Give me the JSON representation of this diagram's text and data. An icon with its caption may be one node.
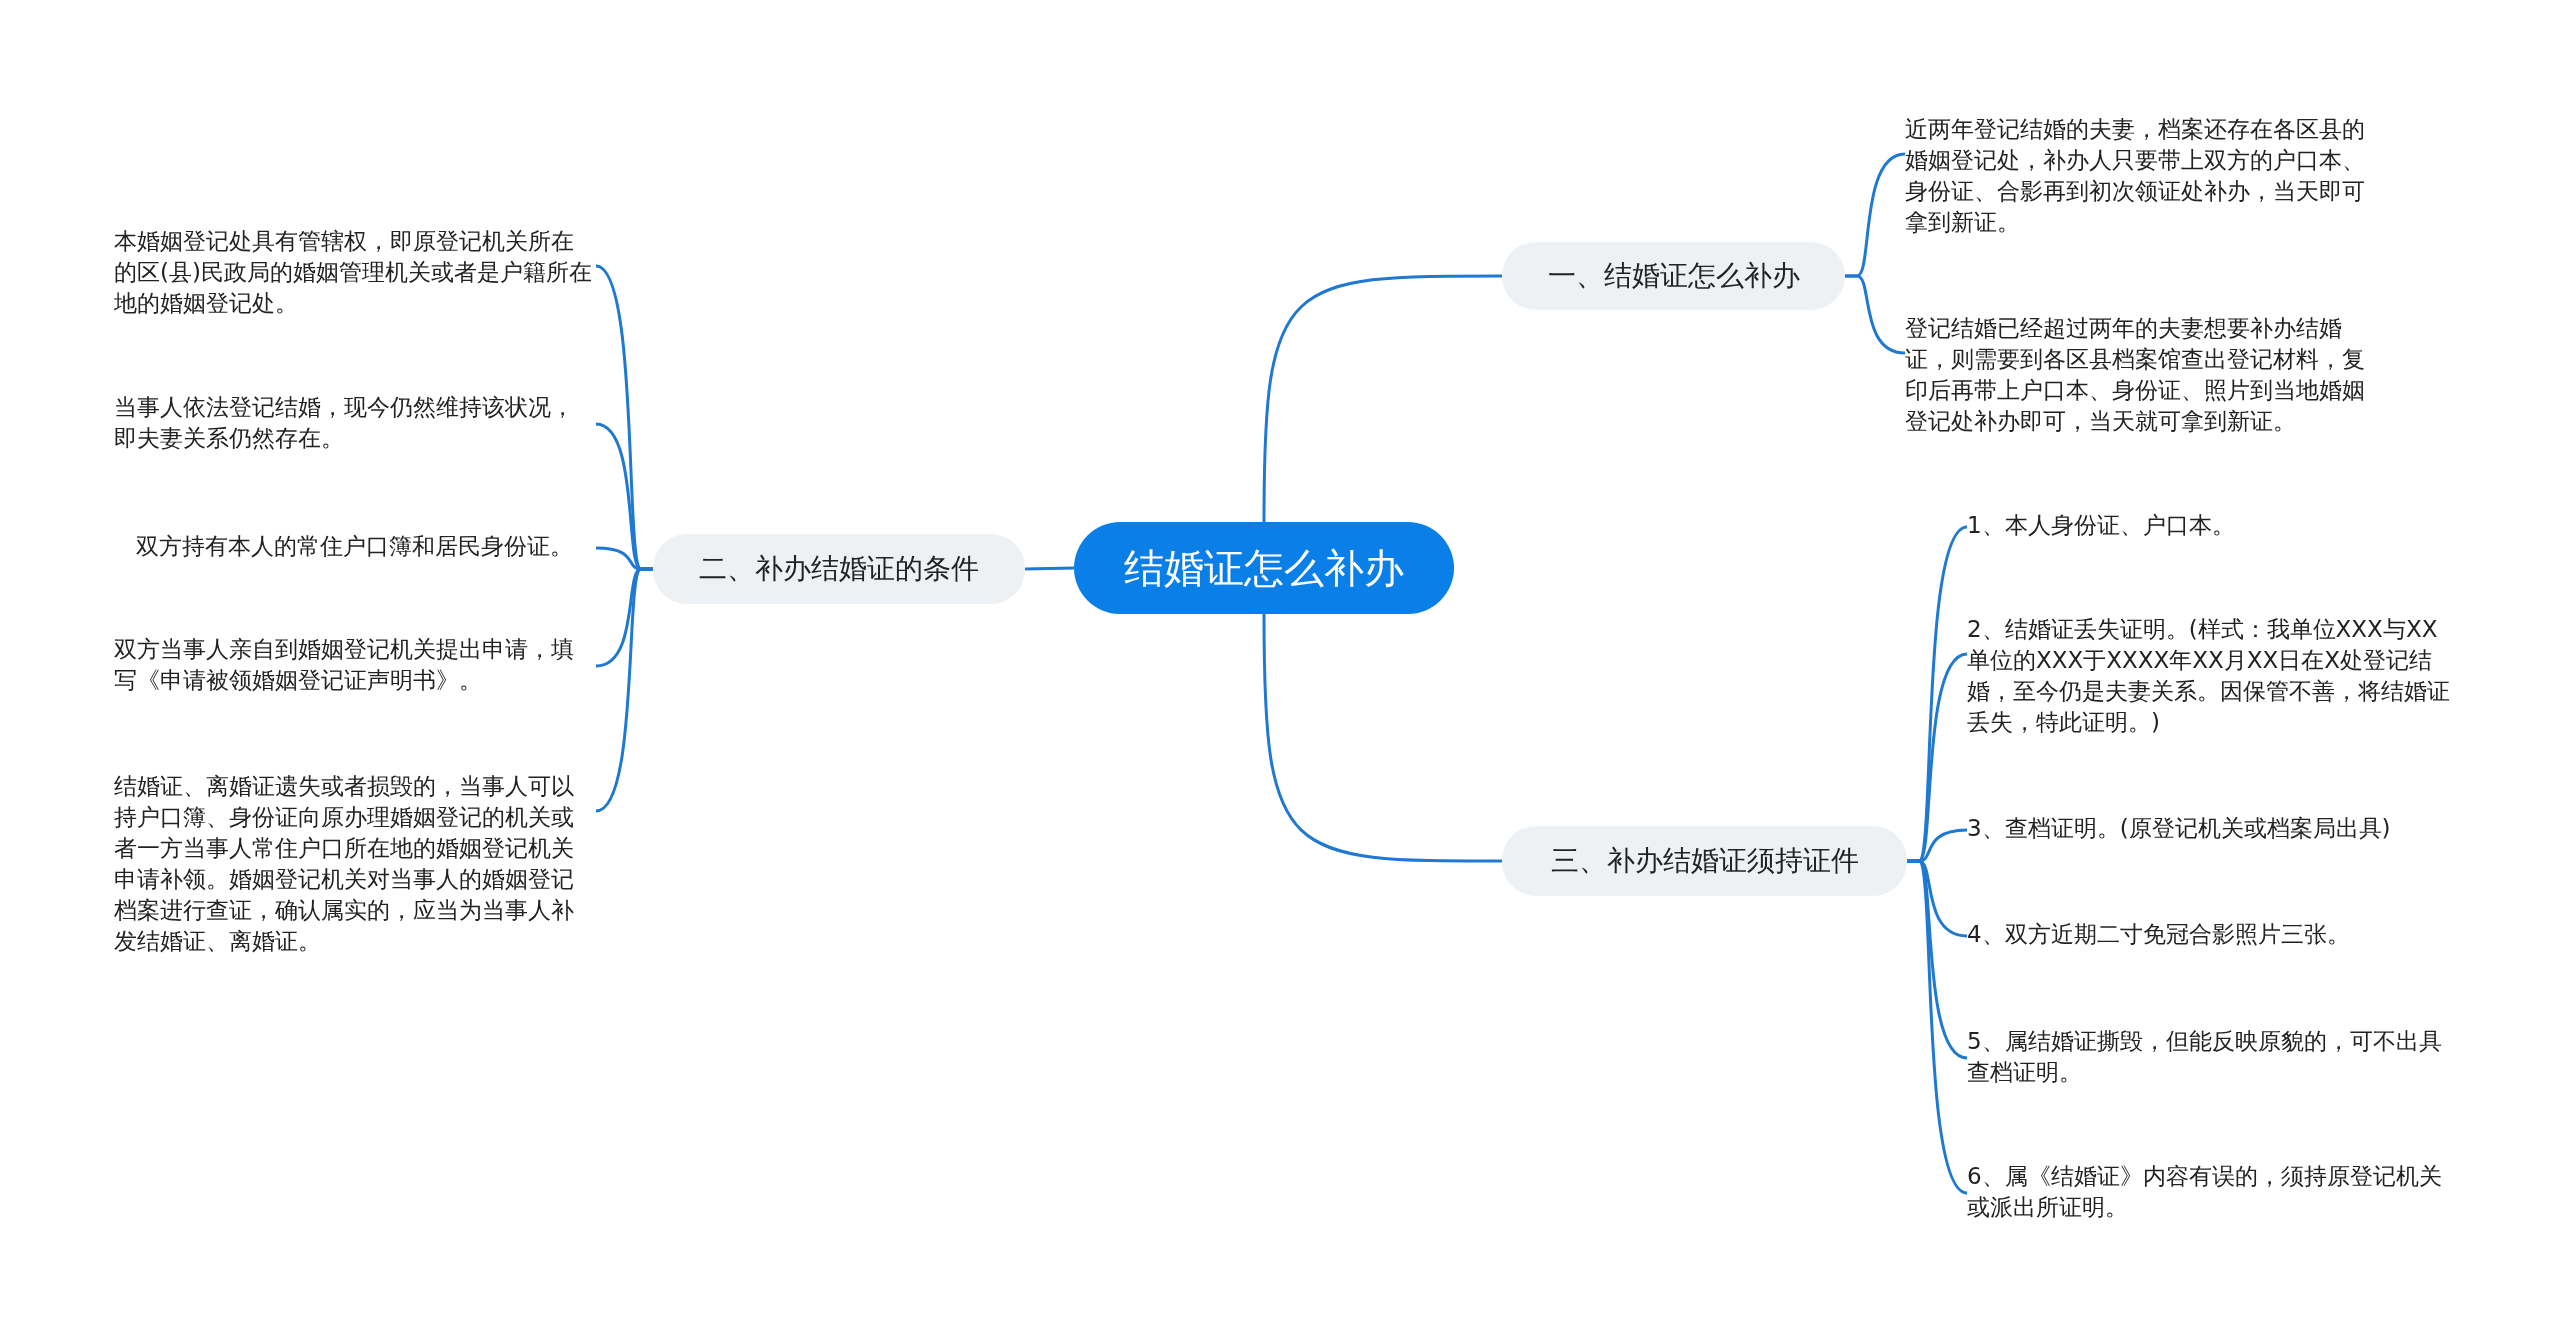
{
  "diagram": {
    "nodes": [
      {
        "text": [
          "结婚证怎么补办"
        ]
      },
      {
        "text": [
          "一、结婚证怎么补办"
        ]
      },
      {
        "text": [
          "近两年登记结婚的夫妻，档案还存在各区县的婚姻登记处，补办人只要带上双方的户口本、身份证、合影再到初次领证处补办，当天即可拿到新证。"
        ]
      },
      {
        "text": [
          "登记结婚已经超过两年的夫妻想要补办结婚证，则需要到各区县档案馆查出登记材料，复印后再带上户口本、身份证、照片到当地婚姻登记处补办即可，当天就可拿到新证。"
        ]
      },
      {
        "text": [
          "二、补办结婚证的条件"
        ]
      },
      {
        "text": [
          "本婚姻登记处具有管辖权，即原登记机关所在的区(县)民政局的婚姻管理机关或者是户籍所在地的婚姻登记处。"
        ]
      },
      {
        "text": [
          "当事人依法登记结婚，现今仍然维持该状况，即夫妻关系仍然存在。"
        ]
      },
      {
        "text": [
          "双方持有本人的常住户口簿和居民身份证。"
        ]
      },
      {
        "text": [
          "双方当事人亲自到婚姻登记机关提出申请，填写《申请被领婚姻登记证声明书》。"
        ]
      },
      {
        "text": [
          "结婚证、离婚证遗失或者损毁的，当事人可以持户口簿、身份证向原办理婚姻登记的机关或者一方当事人常住户口所在地的婚姻登记机关申请补领。婚姻登记机关对当事人的婚姻登记档案进行查证，确认属实的，应当为当事人补发结婚证、离婚证。"
        ]
      },
      {
        "text": [
          "三、补办结婚证须持证件"
        ]
      },
      {
        "text": [
          "1、本人身份证、户口本。"
        ]
      },
      {
        "text": [
          "2、结婚证丢失证明。(样式：我单位XXX与XX单位的XXX于XXXX年XX月XX日在X处登记结婚，至今仍是夫妻关系。因保管不善，将结婚证丢失，特此证明。)"
        ]
      },
      {
        "text": [
          "3、查档证明。(原登记机关或档案局出具)"
        ]
      },
      {
        "text": [
          "4、双方近期二寸免冠合影照片三张。"
        ]
      },
      {
        "text": [
          "5、属结婚证撕毁，但能反映原貌的，可不出具查档证明。"
        ]
      },
      {
        "text": [
          "6、属《结婚证》内容有误的，须持原登记机关或派出所证明。"
        ]
      }
    ],
    "edges": [
      {
        "from": 0,
        "to": 1,
        "arrow": "none"
      },
      {
        "from": 1,
        "to": 2,
        "arrow": "none"
      },
      {
        "from": 1,
        "to": 3,
        "arrow": "none"
      },
      {
        "from": 0,
        "to": 4,
        "arrow": "none"
      },
      {
        "from": 4,
        "to": 5,
        "arrow": "none"
      },
      {
        "from": 4,
        "to": 6,
        "arrow": "none"
      },
      {
        "from": 4,
        "to": 7,
        "arrow": "none"
      },
      {
        "from": 4,
        "to": 8,
        "arrow": "none"
      },
      {
        "from": 4,
        "to": 9,
        "arrow": "none"
      },
      {
        "from": 0,
        "to": 10,
        "arrow": "none"
      },
      {
        "from": 10,
        "to": 11,
        "arrow": "none"
      },
      {
        "from": 10,
        "to": 12,
        "arrow": "none"
      },
      {
        "from": 10,
        "to": 13,
        "arrow": "none"
      },
      {
        "from": 10,
        "to": 14,
        "arrow": "none"
      },
      {
        "from": 10,
        "to": 15,
        "arrow": "none"
      },
      {
        "from": 10,
        "to": 16,
        "arrow": "none"
      }
    ]
  }
}
